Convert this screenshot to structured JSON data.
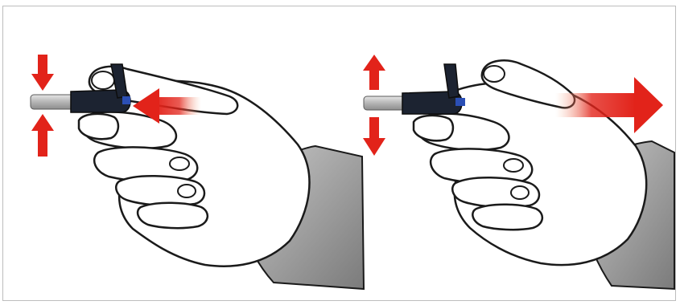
{
  "figure": {
    "panels": [
      {
        "id": "left",
        "description_icon": "squeeze-hand-icon",
        "vertical_arrows": "inward",
        "horizontal_arrow": "toward-tool"
      },
      {
        "id": "right",
        "description_icon": "release-hand-icon",
        "vertical_arrows": "outward",
        "horizontal_arrow": "away-from-tool"
      }
    ],
    "colors": {
      "arrow_red": "#e2231a",
      "outline": "#1a1a1a",
      "glove_gray": "#8c8c8c",
      "tool_dark": "#1c2331",
      "tool_tip": "#b9b9b9",
      "accent_blue": "#2b4fb5"
    }
  }
}
